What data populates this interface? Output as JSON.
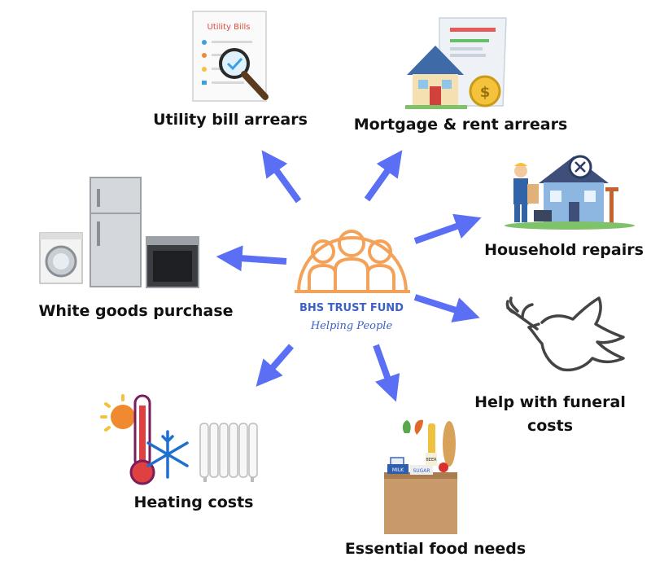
{
  "colors": {
    "arrow": "#5b6ff5",
    "logo_orange": "#f4a259",
    "logo_blue": "#3b62c4",
    "label_text": "#111111"
  },
  "center": {
    "logo_icon": "family-icon",
    "name": "BHS TRUST FUND",
    "tagline": "Helping People"
  },
  "items": [
    {
      "label": "Utility bill arrears",
      "icon": "utility-bill-magnifier-icon",
      "doc_title": "Utility Bills"
    },
    {
      "label": "Mortgage & rent arrears",
      "icon": "house-with-coin-icon"
    },
    {
      "label": "Household repairs",
      "icon": "house-repair-worker-icon"
    },
    {
      "label": "Help with funeral costs",
      "icon": "dove-with-branch-icon"
    },
    {
      "label": "Essential food needs",
      "icon": "grocery-bag-icon",
      "bag_texts": [
        "MILK",
        "SUGAR",
        "BEER"
      ]
    },
    {
      "label": "Heating costs",
      "icon": "thermometer-sun-snow-radiator-icon"
    },
    {
      "label": "White goods purchase",
      "icon": "appliances-icon"
    }
  ]
}
